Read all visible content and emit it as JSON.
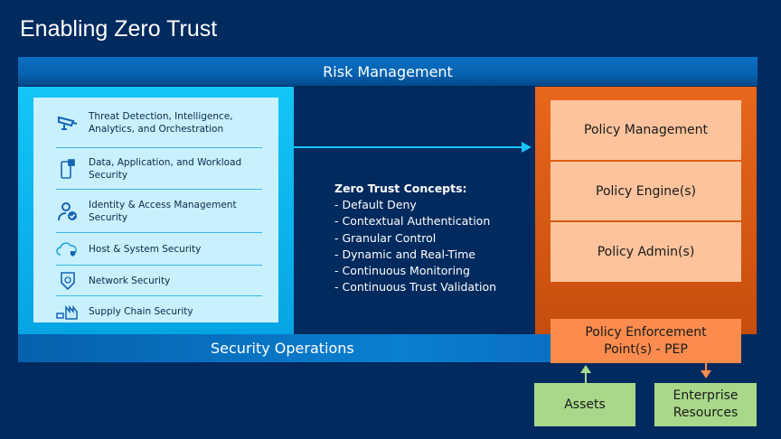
{
  "title": "Enabling Zero Trust",
  "bars": {
    "risk": "Risk Management",
    "secops": "Security Operations"
  },
  "capabilities": [
    {
      "icon": "surveillance-camera-icon",
      "label": "Threat Detection, Intelligence, Analytics, and Orchestration"
    },
    {
      "icon": "mobile-app-icon",
      "label": "Data, Application, and Workload Security"
    },
    {
      "icon": "user-check-icon",
      "label": "Identity & Access Management Security"
    },
    {
      "icon": "cloud-shield-icon",
      "label": "Host & System Security"
    },
    {
      "icon": "network-shield-icon",
      "label": "Network Security"
    },
    {
      "icon": "supply-chain-icon",
      "label": "Supply Chain Security"
    }
  ],
  "concepts": {
    "heading": "Zero Trust Concepts:",
    "items": [
      "- Default Deny",
      "- Contextual Authentication",
      "- Granular Control",
      "- Dynamic and Real-Time",
      "- Continuous Monitoring",
      "- Continuous Trust Validation"
    ]
  },
  "policy": {
    "management": "Policy Management",
    "engine": "Policy Engine(s)",
    "admin": "Policy Admin(s)",
    "pep_line1": "Policy Enforcement",
    "pep_line2": "Point(s) - PEP"
  },
  "assets": "Assets",
  "enterprise_line1": "Enterprise",
  "enterprise_line2": "Resources",
  "colors": {
    "bg": "#012a5e",
    "cyan": "#13c6f7",
    "orange": "#e8671c",
    "peach": "#fcc39c",
    "green": "#a9d88a"
  }
}
